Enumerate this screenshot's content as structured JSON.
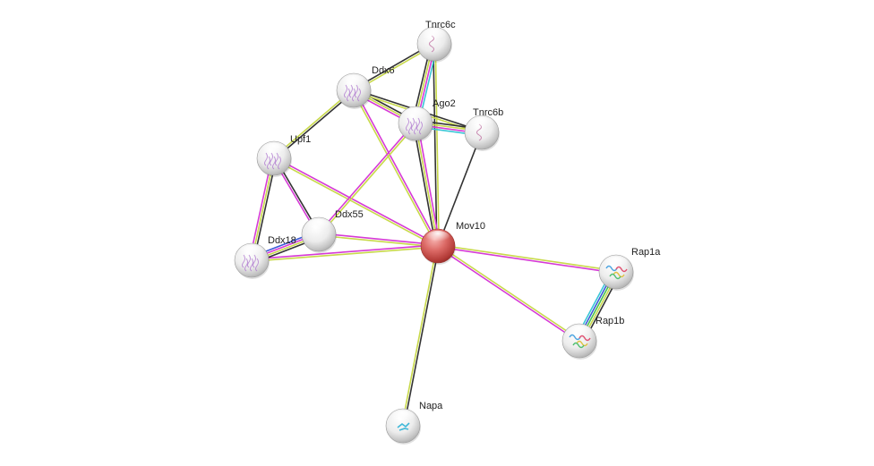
{
  "network": {
    "colors": {
      "hub_fill": "#d9534f",
      "node_fill": "#f2f2f2",
      "edge_black": "#333333",
      "edge_yellow": "#c8d94a",
      "edge_magenta": "#d63ad6",
      "edge_blue": "#3a5ad6",
      "edge_cyan": "#3ac6d6",
      "edge_green": "#4ac04a"
    },
    "nodes": [
      {
        "id": "Mov10",
        "label": "Mov10",
        "hub": true,
        "icon": "none"
      },
      {
        "id": "Tnrc6c",
        "label": "Tnrc6c",
        "hub": false,
        "icon": "coil-structure-icon"
      },
      {
        "id": "Ddx6",
        "label": "Ddx6",
        "hub": false,
        "icon": "protein-structure-icon"
      },
      {
        "id": "Ago2",
        "label": "Ago2",
        "hub": false,
        "icon": "protein-structure-icon"
      },
      {
        "id": "Tnrc6b",
        "label": "Tnrc6b",
        "hub": false,
        "icon": "coil-structure-icon"
      },
      {
        "id": "Upf1",
        "label": "Upf1",
        "hub": false,
        "icon": "protein-structure-icon"
      },
      {
        "id": "Ddx55",
        "label": "Ddx55",
        "hub": false,
        "icon": "none"
      },
      {
        "id": "Ddx18",
        "label": "Ddx18",
        "hub": false,
        "icon": "protein-structure-icon"
      },
      {
        "id": "Rap1a",
        "label": "Rap1a",
        "hub": false,
        "icon": "colored-structure-icon"
      },
      {
        "id": "Rap1b",
        "label": "Rap1b",
        "hub": false,
        "icon": "colored-structure-icon"
      },
      {
        "id": "Napa",
        "label": "Napa",
        "hub": false,
        "icon": "small-structure-icon"
      }
    ],
    "edges": [
      {
        "source": "Mov10",
        "target": "Tnrc6c",
        "types": [
          "black",
          "yellow"
        ]
      },
      {
        "source": "Mov10",
        "target": "Ddx6",
        "types": [
          "yellow",
          "magenta"
        ]
      },
      {
        "source": "Mov10",
        "target": "Ago2",
        "types": [
          "black",
          "yellow",
          "magenta"
        ]
      },
      {
        "source": "Mov10",
        "target": "Tnrc6b",
        "types": [
          "black"
        ]
      },
      {
        "source": "Mov10",
        "target": "Upf1",
        "types": [
          "yellow",
          "magenta"
        ]
      },
      {
        "source": "Mov10",
        "target": "Ddx55",
        "types": [
          "yellow",
          "magenta"
        ]
      },
      {
        "source": "Mov10",
        "target": "Ddx18",
        "types": [
          "yellow",
          "magenta"
        ]
      },
      {
        "source": "Mov10",
        "target": "Rap1a",
        "types": [
          "yellow",
          "magenta"
        ]
      },
      {
        "source": "Mov10",
        "target": "Rap1b",
        "types": [
          "yellow",
          "magenta"
        ]
      },
      {
        "source": "Mov10",
        "target": "Napa",
        "types": [
          "black",
          "yellow"
        ]
      },
      {
        "source": "Ddx6",
        "target": "Tnrc6c",
        "types": [
          "black",
          "yellow"
        ]
      },
      {
        "source": "Ago2",
        "target": "Tnrc6c",
        "types": [
          "black",
          "yellow",
          "magenta",
          "cyan"
        ]
      },
      {
        "source": "Ddx6",
        "target": "Ago2",
        "types": [
          "black",
          "yellow",
          "magenta"
        ]
      },
      {
        "source": "Ddx6",
        "target": "Tnrc6b",
        "types": [
          "black",
          "yellow"
        ]
      },
      {
        "source": "Ago2",
        "target": "Tnrc6b",
        "types": [
          "black",
          "yellow",
          "magenta",
          "cyan"
        ]
      },
      {
        "source": "Upf1",
        "target": "Ddx6",
        "types": [
          "yellow",
          "black"
        ]
      },
      {
        "source": "Ago2",
        "target": "Ddx55",
        "types": [
          "yellow",
          "magenta"
        ]
      },
      {
        "source": "Upf1",
        "target": "Ddx55",
        "types": [
          "black",
          "magenta"
        ]
      },
      {
        "source": "Upf1",
        "target": "Ddx18",
        "types": [
          "black",
          "yellow",
          "magenta"
        ]
      },
      {
        "source": "Ddx55",
        "target": "Ddx18",
        "types": [
          "black",
          "yellow",
          "magenta",
          "blue"
        ]
      },
      {
        "source": "Rap1a",
        "target": "Rap1b",
        "types": [
          "black",
          "yellow",
          "green",
          "blue",
          "cyan"
        ]
      }
    ]
  }
}
